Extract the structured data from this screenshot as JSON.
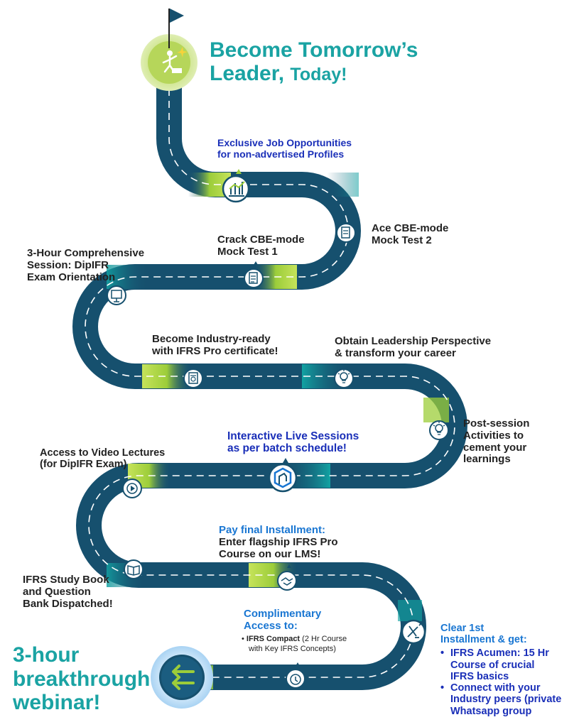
{
  "hero_top": {
    "line1": "Become Tomorrow’s",
    "line2a": "Leader,",
    "line2b": "Today!"
  },
  "hero_bottom": {
    "line1": "3-hour",
    "line2": "breakthrough",
    "line3": "webinar!"
  },
  "milestones": {
    "exclusive_jobs": [
      "Exclusive Job Opportunities",
      "for non-advertised Profiles"
    ],
    "ace_cbe": [
      "Ace CBE-mode",
      "Mock Test 2"
    ],
    "crack_cbe": [
      "Crack CBE-mode",
      "Mock Test 1"
    ],
    "orientation": [
      "3-Hour Comprehensive",
      "Session: DipIFR",
      "Exam Orientation"
    ],
    "industry_ready": [
      "Become Industry-ready",
      "with IFRS Pro certificate!"
    ],
    "leadership": [
      "Obtain Leadership Perspective",
      "& transform your career"
    ],
    "post_session": [
      "Post-session",
      "Activities to",
      "cement your",
      "learnings"
    ],
    "live_sessions": [
      "Interactive Live Sessions",
      "as per batch schedule!"
    ],
    "video_lectures": [
      "Access to Video Lectures",
      "(for DipIFR Exam)"
    ],
    "final_installment": {
      "title": "Pay final Installment:",
      "body": [
        "Enter flagship IFRS Pro",
        "Course on our LMS!"
      ]
    },
    "study_book": [
      "IFRS Study Book",
      "and Question",
      "Bank Dispatched!"
    ],
    "complimentary": {
      "title": [
        "Complimentary",
        "Access to:"
      ],
      "bullet_bold": "IFRS Compact",
      "bullet_rest": "(2 Hr Course",
      "bullet_line2": "with Key IFRS Concepts)"
    },
    "first_installment": {
      "title": [
        "Clear 1st",
        "Installment & get:"
      ],
      "bullets": [
        [
          "IFRS Acumen: 15 Hr",
          "Course of crucial",
          "IFRS basics"
        ],
        [
          "Connect with your",
          "Industry peers (private",
          "Whatsapp group"
        ]
      ]
    }
  },
  "colors": {
    "road": "#16506e",
    "accent_green": "#9ccd3a",
    "accent_teal": "#0d8f95",
    "heading_teal": "#1aa3a3",
    "navy_text": "#1a2fb8",
    "blue_text": "#1976d2"
  },
  "icons": [
    "flag-icon",
    "achiever-icon",
    "chart-icon",
    "test-icon",
    "checklist-icon",
    "presentation-icon",
    "certificate-icon",
    "lightbulb-brain-icon",
    "lightbulb-icon",
    "logo-icon",
    "play-icon",
    "handshake-icon",
    "book-icon",
    "tools-icon",
    "time-icon",
    "arrows-icon"
  ]
}
